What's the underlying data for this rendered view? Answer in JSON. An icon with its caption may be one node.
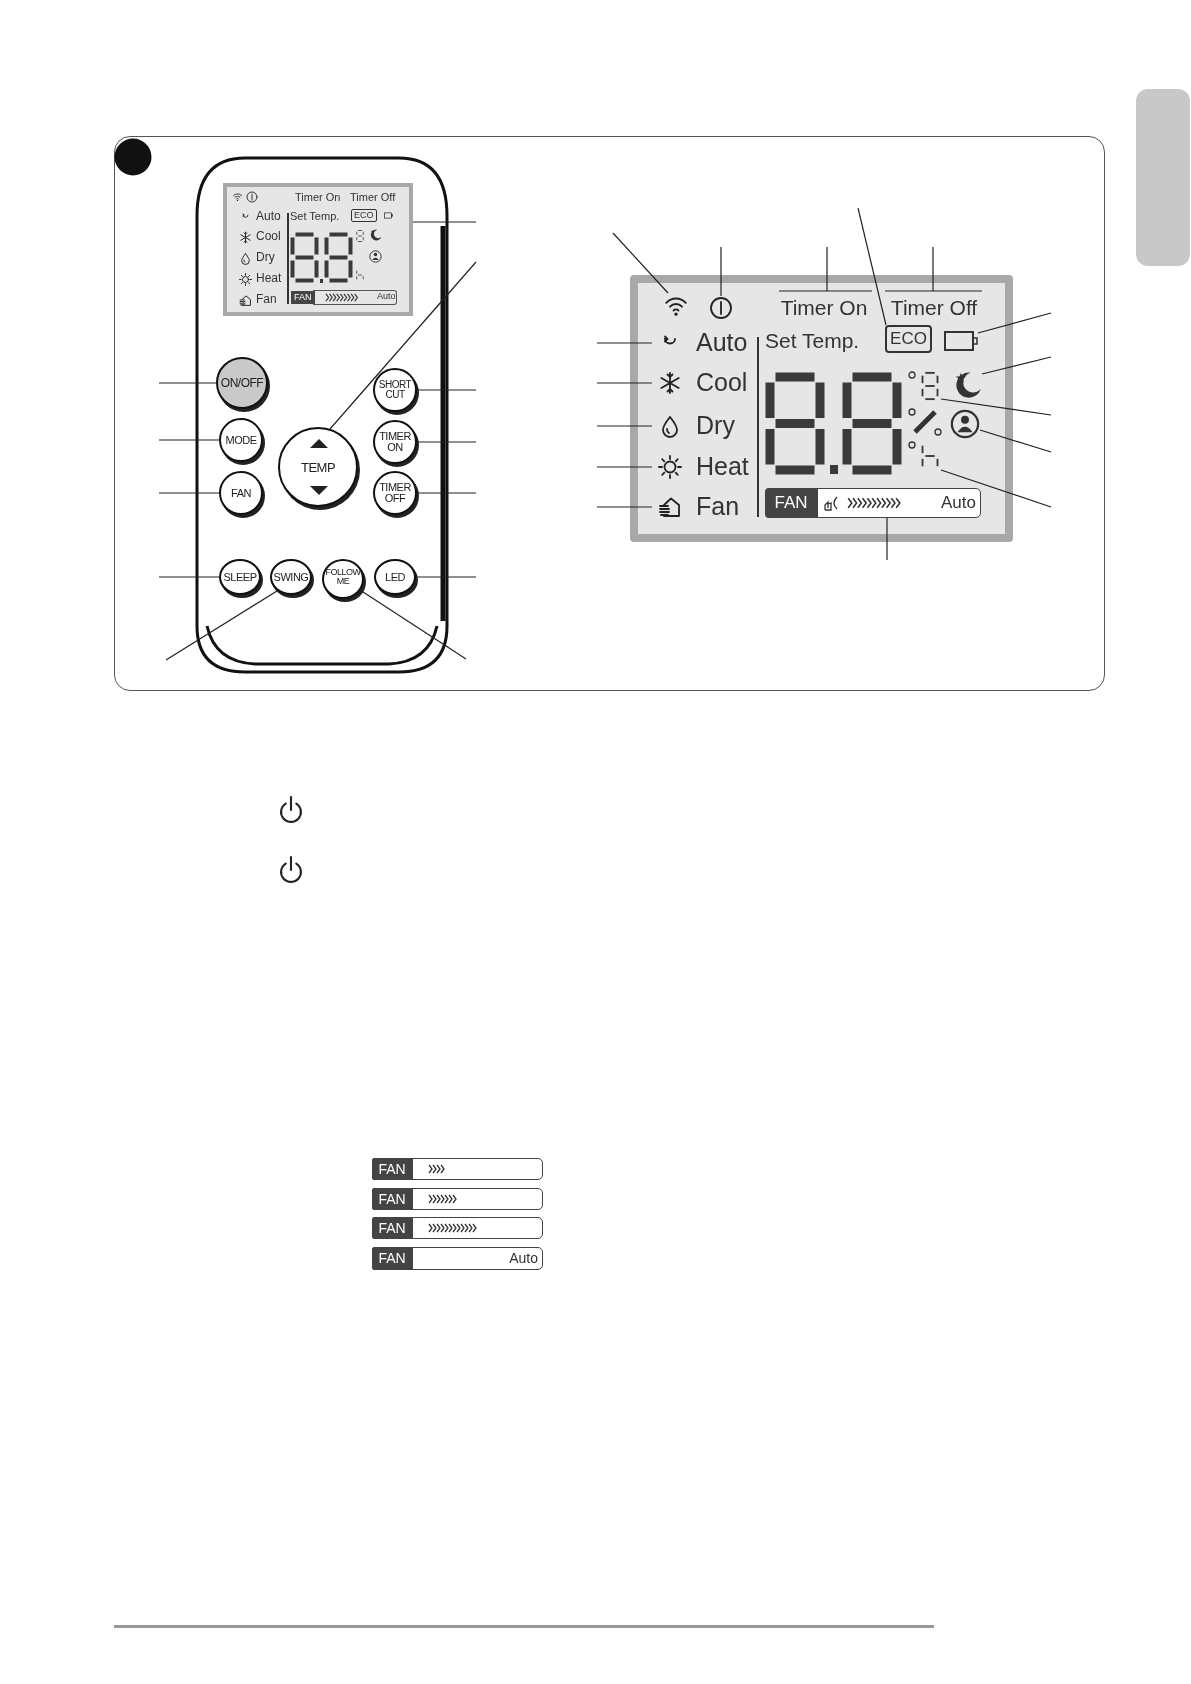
{
  "diagram": {
    "nodes": [
      {
        "text": [
          "Timer On",
          "Timer Off",
          "Auto",
          "Set Temp.",
          "ECO",
          "Cool",
          "Dry",
          "Heat",
          "Fan",
          "FAN",
          "Auto"
        ]
      },
      {
        "text": [
          "ON/OFF"
        ]
      },
      {
        "text": [
          "SHORT CUT"
        ]
      },
      {
        "text": [
          "MODE"
        ]
      },
      {
        "text": [
          "TEMP"
        ]
      },
      {
        "text": [
          "TIMER ON"
        ]
      },
      {
        "text": [
          "FAN"
        ]
      },
      {
        "text": [
          "TIMER OFF"
        ]
      },
      {
        "text": [
          "SLEEP"
        ]
      },
      {
        "text": [
          "SWING"
        ]
      },
      {
        "text": [
          "FOLLOW ME"
        ]
      },
      {
        "text": [
          "LED"
        ]
      },
      {
        "text": [],
        "shape": "box"
      },
      {
        "text": [],
        "shape": "icon",
        "in": 12
      },
      {
        "text": [],
        "shape": "icon",
        "in": 12
      },
      {
        "text": [
          "Timer On"
        ],
        "in": 12
      },
      {
        "text": [
          "Timer Off"
        ],
        "in": 12
      },
      {
        "text": [
          "Auto"
        ],
        "in": 12
      },
      {
        "text": [
          "ECO"
        ],
        "in": 12
      },
      {
        "text": [],
        "shape": "box",
        "in": 12
      },
      {
        "text": [
          "Cool"
        ],
        "in": 12
      },
      {
        "text": [],
        "shape": "icon",
        "in": 12
      },
      {
        "text": [],
        "shape": "icon",
        "in": 12
      },
      {
        "text": [
          "Dry"
        ],
        "in": 12
      },
      {
        "text": [],
        "shape": "icon",
        "in": 12
      },
      {
        "text": [
          "Heat"
        ],
        "in": 12
      },
      {
        "text": [],
        "shape": "icon",
        "in": 12
      },
      {
        "text": [
          "Fan"
        ],
        "in": 12
      },
      {
        "text": [
          "FAN",
          "Auto"
        ],
        "in": 12
      },
      {
        "text": [
          "FAN"
        ]
      },
      {
        "text": [
          "FAN"
        ]
      },
      {
        "text": [
          "FAN"
        ]
      },
      {
        "text": [
          "FAN",
          "Auto"
        ]
      },
      {
        "text": [],
        "shape": "box"
      },
      {
        "text": [],
        "shape": "circle"
      }
    ],
    "edges": [
      {
        "from": null,
        "to": 1,
        "arrow": "none"
      },
      {
        "from": null,
        "to": 3,
        "arrow": "none"
      },
      {
        "from": null,
        "to": 6,
        "arrow": "none"
      },
      {
        "from": null,
        "to": 8,
        "arrow": "none"
      },
      {
        "from": null,
        "to": 9,
        "arrow": "none"
      },
      {
        "from": null,
        "to": 0,
        "arrow": "none"
      },
      {
        "from": null,
        "to": 4,
        "arrow": "none"
      },
      {
        "from": null,
        "to": 2,
        "arrow": "none"
      },
      {
        "from": null,
        "to": 5,
        "arrow": "none"
      },
      {
        "from": null,
        "to": 7,
        "arrow": "none"
      },
      {
        "from": null,
        "to": 11,
        "arrow": "none"
      },
      {
        "from": null,
        "to": 10,
        "arrow": "none"
      },
      {
        "from": null,
        "to": 13,
        "arrow": "none"
      },
      {
        "from": null,
        "to": 14,
        "arrow": "none"
      },
      {
        "from": null,
        "to": 15,
        "arrow": "none"
      },
      {
        "from": null,
        "to": 16,
        "arrow": "none"
      },
      {
        "from": null,
        "to": 18,
        "arrow": "none"
      },
      {
        "from": null,
        "to": 19,
        "arrow": "none"
      },
      {
        "from": null,
        "to": 22,
        "arrow": "none"
      },
      {
        "from": null,
        "to": 21,
        "arrow": "none"
      },
      {
        "from": null,
        "to": 24,
        "arrow": "none"
      },
      {
        "from": null,
        "to": 26,
        "arrow": "none"
      },
      {
        "from": null,
        "to": 17,
        "arrow": "none"
      },
      {
        "from": null,
        "to": 20,
        "arrow": "none"
      },
      {
        "from": null,
        "to": 23,
        "arrow": "none"
      },
      {
        "from": null,
        "to": 25,
        "arrow": "none"
      },
      {
        "from": null,
        "to": 27,
        "arrow": "none"
      },
      {
        "from": null,
        "to": 28,
        "arrow": "none"
      }
    ],
    "labels": [
      "Set Temp."
    ]
  }
}
